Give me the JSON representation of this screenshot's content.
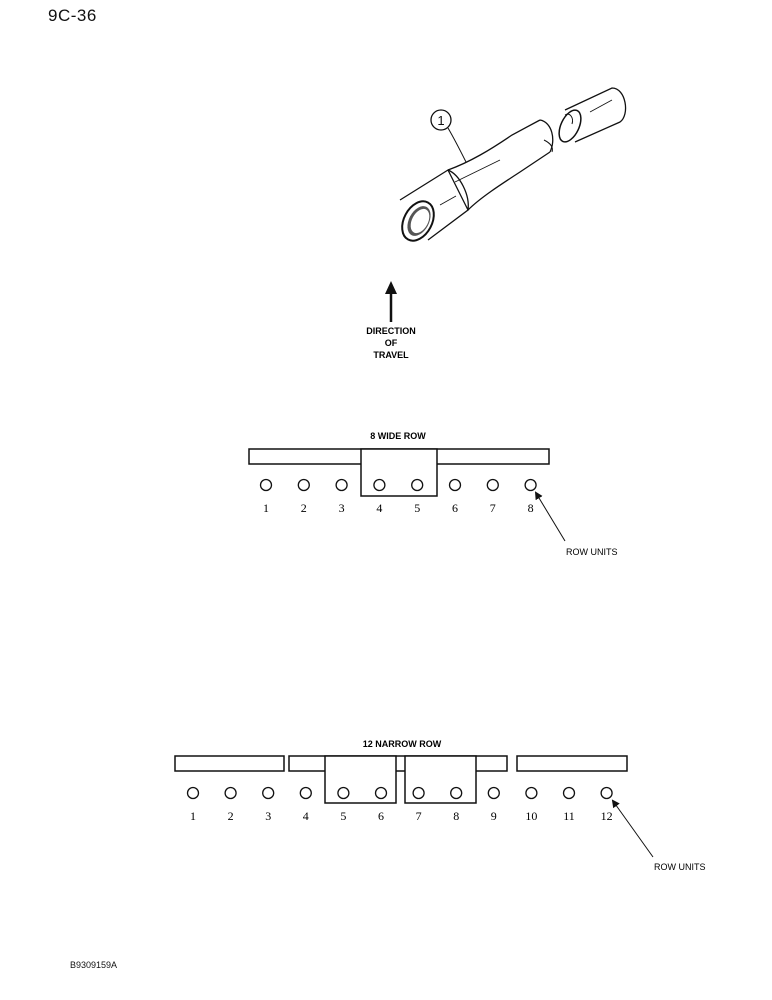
{
  "page_code": "9C-36",
  "figure_code": "B9309159A",
  "callout": "1",
  "direction": {
    "line1": "DIRECTION",
    "line2": "OF",
    "line3": "TRAVEL"
  },
  "wide_row": {
    "title": "8 WIDE ROW",
    "units": [
      "1",
      "2",
      "3",
      "4",
      "5",
      "6",
      "7",
      "8"
    ],
    "row_units_label": "ROW UNITS"
  },
  "narrow_row": {
    "title": "12 NARROW ROW",
    "units": [
      "1",
      "2",
      "3",
      "4",
      "5",
      "6",
      "7",
      "8",
      "9",
      "10",
      "11",
      "12"
    ],
    "row_units_label": "ROW UNITS"
  },
  "colors": {
    "ink": "#111111",
    "paper": "#ffffff"
  }
}
